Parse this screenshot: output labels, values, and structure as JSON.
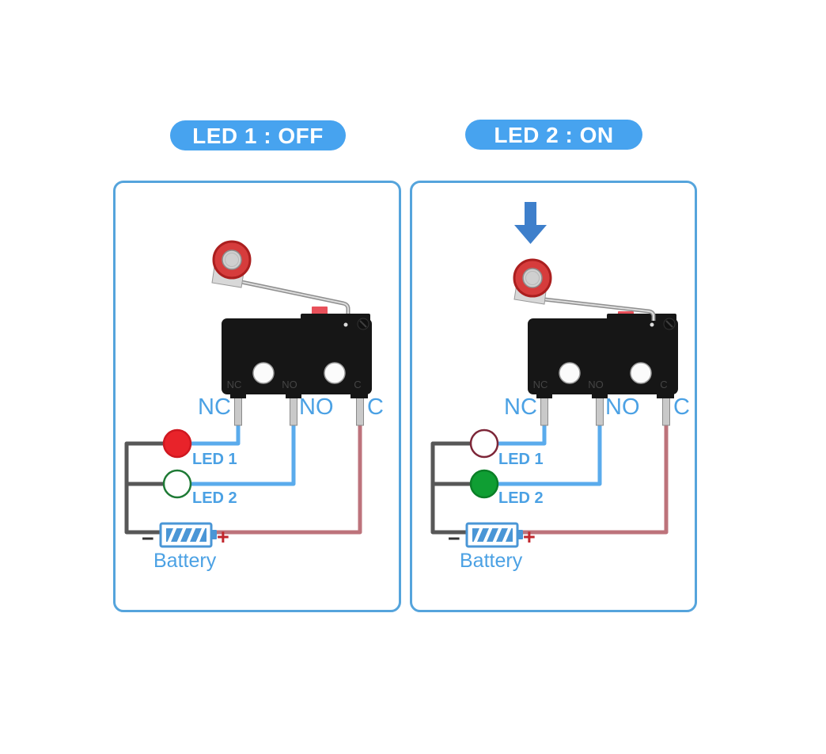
{
  "colors": {
    "badge_blue": "#47a3ef",
    "panel_border": "#55a4dc",
    "label_blue": "#4ba1e4",
    "wire_blue": "#5aabec",
    "wire_gray": "#575757",
    "wire_red": "#bd737b",
    "arrow_blue": "#3e7fcb",
    "battery_blue": "#4a96d6",
    "switch_body": "#161616",
    "plunger_red": "#e8505a",
    "roller_red": "#d63c3c",
    "metal_gray": "#cfcfcf",
    "minus_color": "#333333",
    "plus_color": "#c1272d"
  },
  "panels": [
    {
      "badge": "LED 1 : OFF",
      "switch": {
        "state": "lever released",
        "molded_labels": [
          "NC",
          "NO",
          "C"
        ]
      },
      "terminals": {
        "nc": "NC",
        "no": "NO",
        "c": "C"
      },
      "leds": [
        {
          "label": "LED 1",
          "fill": "#e8232a",
          "stroke": "#cf1820"
        },
        {
          "label": "LED 2",
          "fill": "#ffffff",
          "stroke": "#1e7a35"
        }
      ],
      "battery": {
        "label": "Battery",
        "minus": "−",
        "plus": "+"
      }
    },
    {
      "badge": "LED 2 : ON",
      "arrow": "down",
      "switch": {
        "state": "lever pressed",
        "molded_labels": [
          "NC",
          "NO",
          "C"
        ]
      },
      "terminals": {
        "nc": "NC",
        "no": "NO",
        "c": "C"
      },
      "leds": [
        {
          "label": "LED 1",
          "fill": "#ffffff",
          "stroke": "#7d2638"
        },
        {
          "label": "LED 2",
          "fill": "#0f9e33",
          "stroke": "#0b7f27"
        }
      ],
      "battery": {
        "label": "Battery",
        "minus": "−",
        "plus": "+"
      }
    }
  ]
}
